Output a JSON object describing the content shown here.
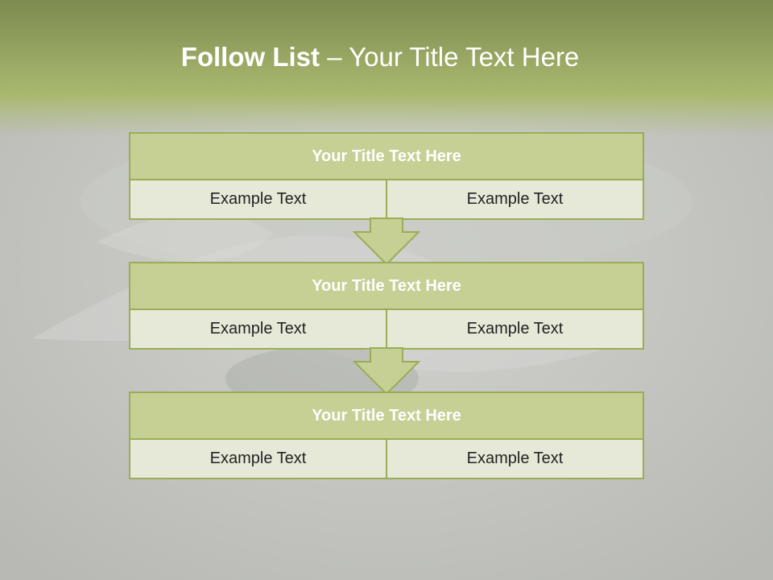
{
  "slide": {
    "title_bold": "Follow List",
    "title_rest": " – Your Title Text Here"
  },
  "steps": [
    {
      "title": "Your Title Text Here",
      "left": "Example Text",
      "right": "Example Text"
    },
    {
      "title": "Your Title Text Here",
      "left": "Example Text",
      "right": "Example Text"
    },
    {
      "title": "Your Title Text Here",
      "left": "Example Text",
      "right": "Example Text"
    }
  ],
  "icons": {
    "arrow": "down-arrow-icon"
  },
  "colors": {
    "accent": "#9aad55",
    "header_fill": "#c6cf94",
    "cell_fill": "#e6e9d8",
    "title_band": "#93a25f"
  }
}
